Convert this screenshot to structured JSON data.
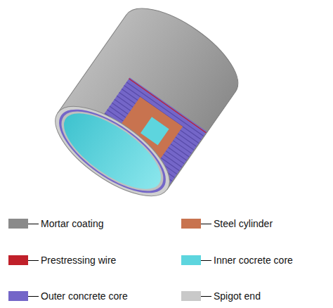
{
  "diagram": {
    "legend": [
      {
        "text": "Mortar coating",
        "color": "#8a8a8a"
      },
      {
        "text": "Steel cylinder",
        "color": "#c8734f"
      },
      {
        "text": "Prestressing wire",
        "color": "#c0202a"
      },
      {
        "text": "Inner cocrete core",
        "color": "#5dd5de"
      },
      {
        "text": "Outer concrete core",
        "color": "#7466c8"
      },
      {
        "text": "Spigot end",
        "color": "#c9c9c9"
      }
    ]
  }
}
